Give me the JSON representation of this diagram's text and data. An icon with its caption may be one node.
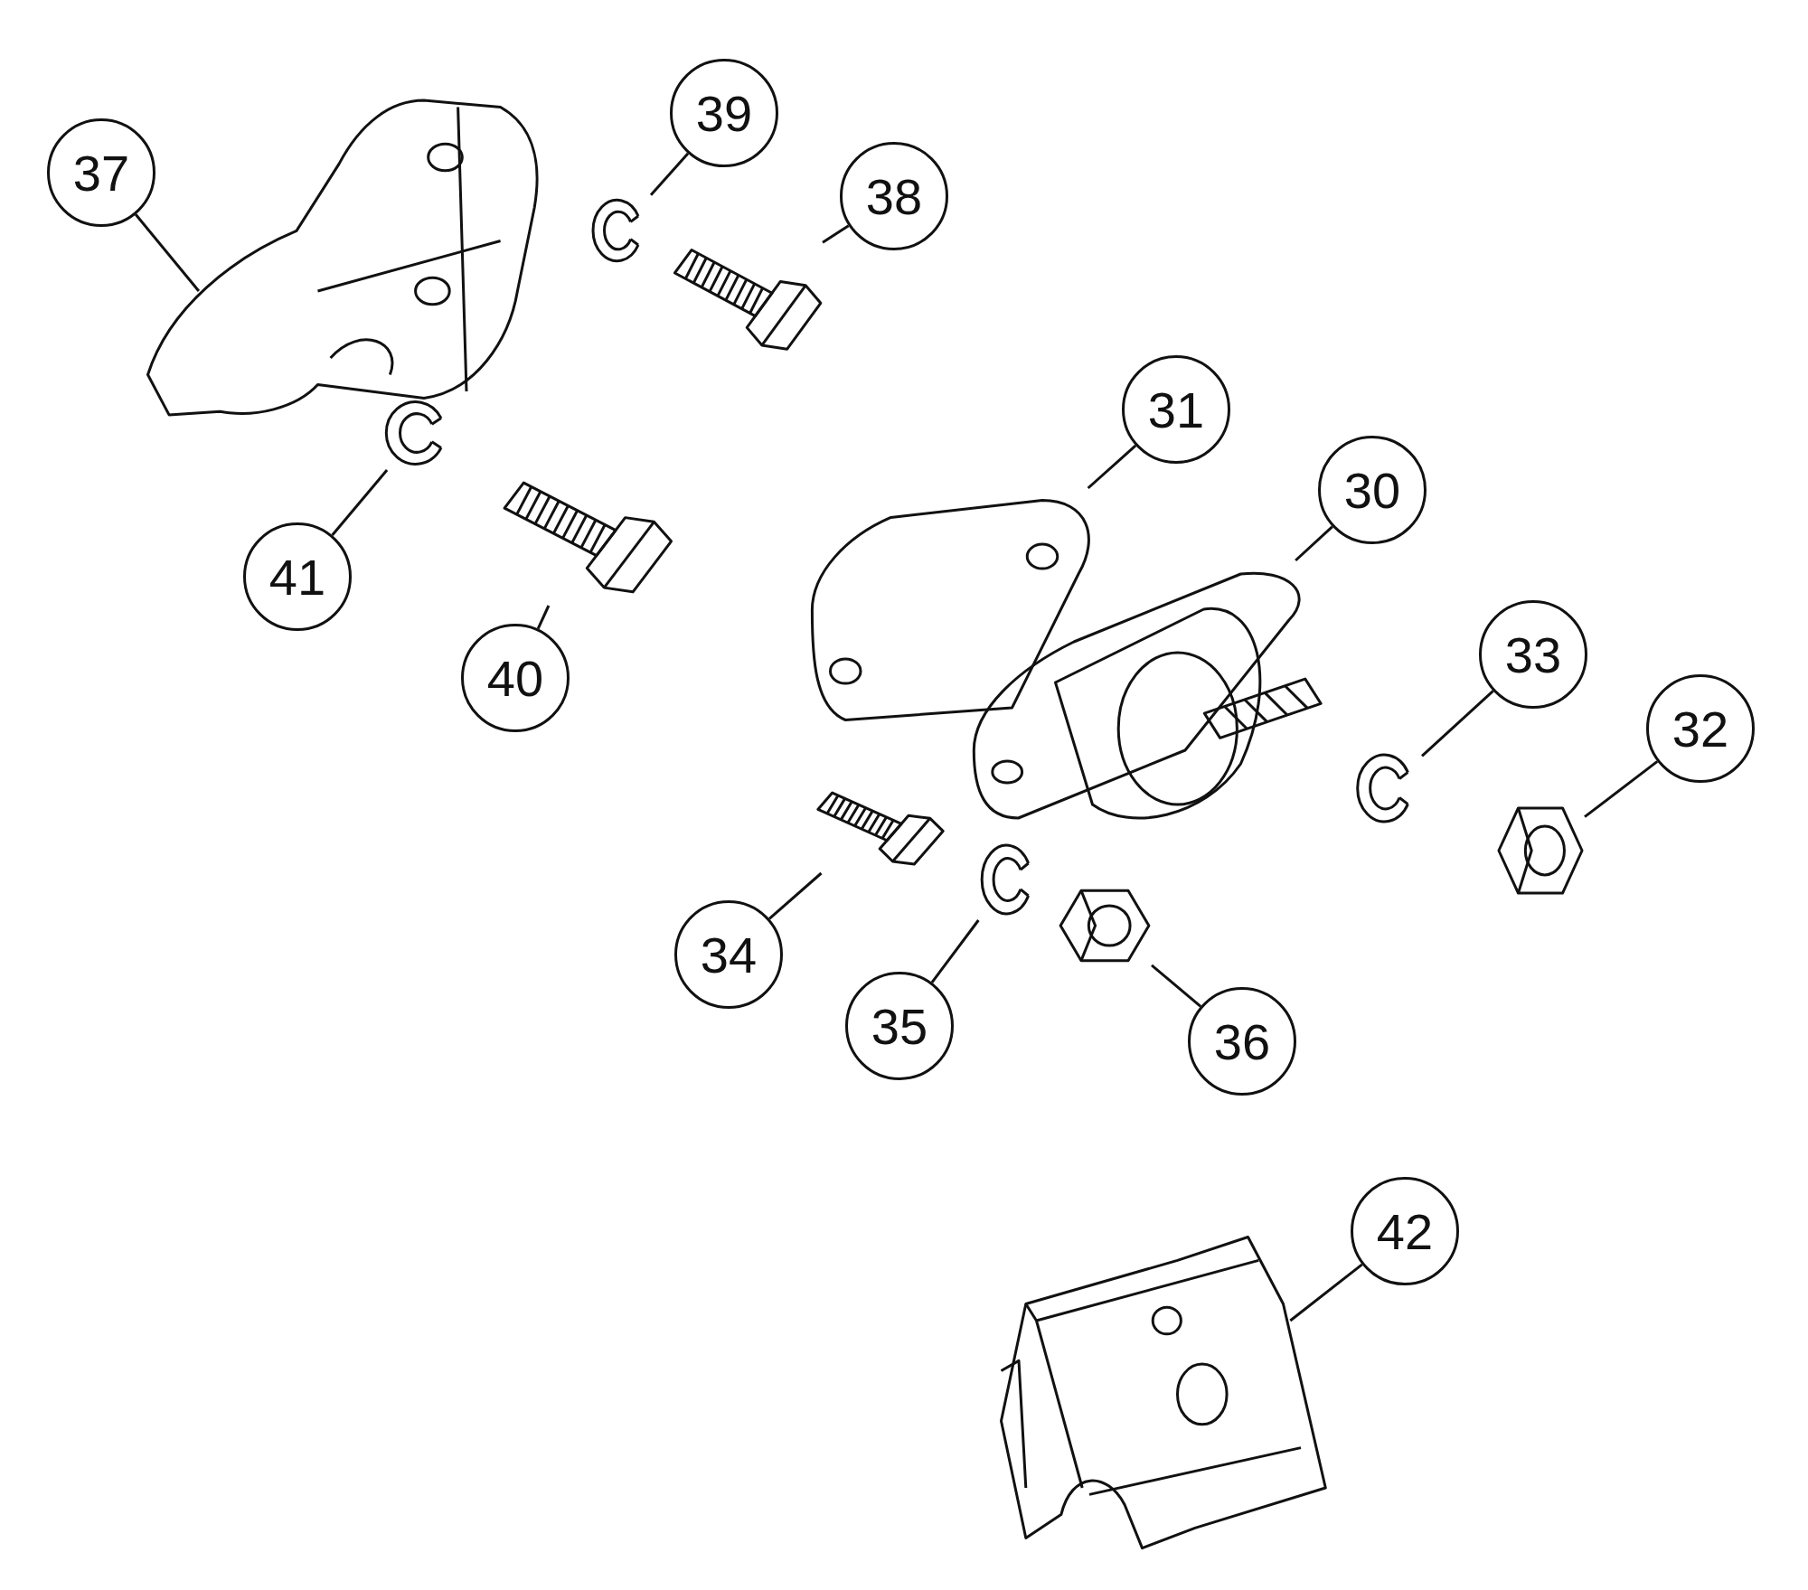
{
  "diagram": {
    "nodes": [
      {
        "text": [
          "37"
        ]
      },
      {
        "text": [],
        "shape": "picture"
      },
      {
        "text": [
          "39"
        ]
      },
      {
        "text": [],
        "shape": "picture"
      },
      {
        "text": [
          "38"
        ]
      },
      {
        "text": [],
        "shape": "picture"
      },
      {
        "text": [
          "31"
        ]
      },
      {
        "text": [],
        "shape": "picture"
      },
      {
        "text": [
          "30"
        ]
      },
      {
        "text": [],
        "shape": "picture"
      },
      {
        "text": [
          "41"
        ]
      },
      {
        "text": [],
        "shape": "picture"
      },
      {
        "text": [
          "40"
        ]
      },
      {
        "text": [],
        "shape": "picture"
      },
      {
        "text": [
          "33"
        ]
      },
      {
        "text": [],
        "shape": "picture"
      },
      {
        "text": [
          "32"
        ]
      },
      {
        "text": [],
        "shape": "picture"
      },
      {
        "text": [
          "34"
        ]
      },
      {
        "text": [],
        "shape": "picture"
      },
      {
        "text": [
          "35"
        ]
      },
      {
        "text": [],
        "shape": "picture"
      },
      {
        "text": [
          "36"
        ]
      },
      {
        "text": [],
        "shape": "picture"
      },
      {
        "text": [
          "42"
        ]
      },
      {
        "text": [],
        "shape": "picture"
      }
    ],
    "edges": [
      {
        "from": 0,
        "to": 1,
        "arrow": "none"
      },
      {
        "from": 2,
        "to": 3,
        "arrow": "none"
      },
      {
        "from": 4,
        "to": 5,
        "arrow": "none"
      },
      {
        "from": 6,
        "to": 7,
        "arrow": "none"
      },
      {
        "from": 8,
        "to": 9,
        "arrow": "none"
      },
      {
        "from": 10,
        "to": 11,
        "arrow": "none"
      },
      {
        "from": 12,
        "to": 13,
        "arrow": "none"
      },
      {
        "from": 14,
        "to": 15,
        "arrow": "none"
      },
      {
        "from": 16,
        "to": 17,
        "arrow": "none"
      },
      {
        "from": 18,
        "to": 19,
        "arrow": "none"
      },
      {
        "from": 20,
        "to": 21,
        "arrow": "none"
      },
      {
        "from": 22,
        "to": 23,
        "arrow": "none"
      },
      {
        "from": 24,
        "to": 25,
        "arrow": "none"
      }
    ]
  }
}
